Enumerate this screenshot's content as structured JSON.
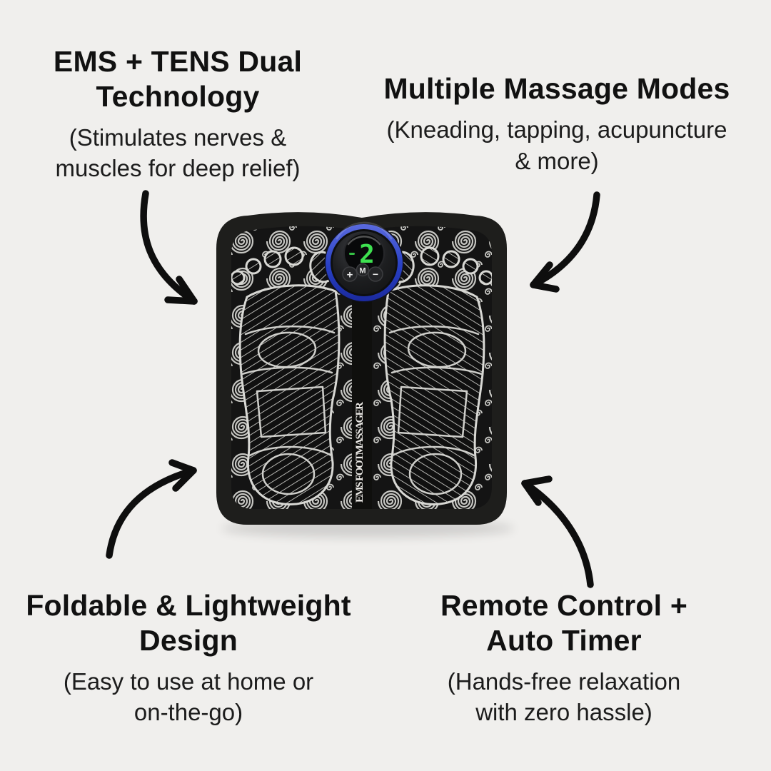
{
  "canvas": {
    "background": "#f0efed",
    "heading_color": "#111111",
    "body_color": "#1c1c1c",
    "arrow_color": "#0e0e0e"
  },
  "features": {
    "top_left": {
      "title_lines": [
        "EMS + TENS Dual",
        "Technology"
      ],
      "desc_lines": [
        "(Stimulates nerves &",
        "muscles for deep relief)"
      ]
    },
    "top_right": {
      "title_lines": [
        "Multiple Massage Modes"
      ],
      "desc_lines": [
        "(Kneading, tapping, acupuncture",
        "& more)"
      ]
    },
    "bottom_left": {
      "title_lines": [
        "Foldable & Lightweight",
        "Design"
      ],
      "desc_lines": [
        "(Easy to use at home or",
        "on-the-go)"
      ]
    },
    "bottom_right": {
      "title_lines": [
        "Remote Control +",
        "Auto Timer"
      ],
      "desc_lines": [
        "(Hands-free relaxation",
        "with zero hassle)"
      ]
    }
  },
  "product": {
    "strip_label": "EMS FOOTMASSAGER",
    "display_value": "2",
    "buttons": {
      "increase": "+",
      "mode": "M",
      "decrease": "−"
    },
    "colors": {
      "mat_border": "#1e1e1c",
      "mat_surface": "#141414",
      "swirl_line": "#c6c6c2",
      "foot_line": "#d8d8d4",
      "ring_blue": "#2840c4",
      "digit_green": "#3ee150"
    }
  }
}
